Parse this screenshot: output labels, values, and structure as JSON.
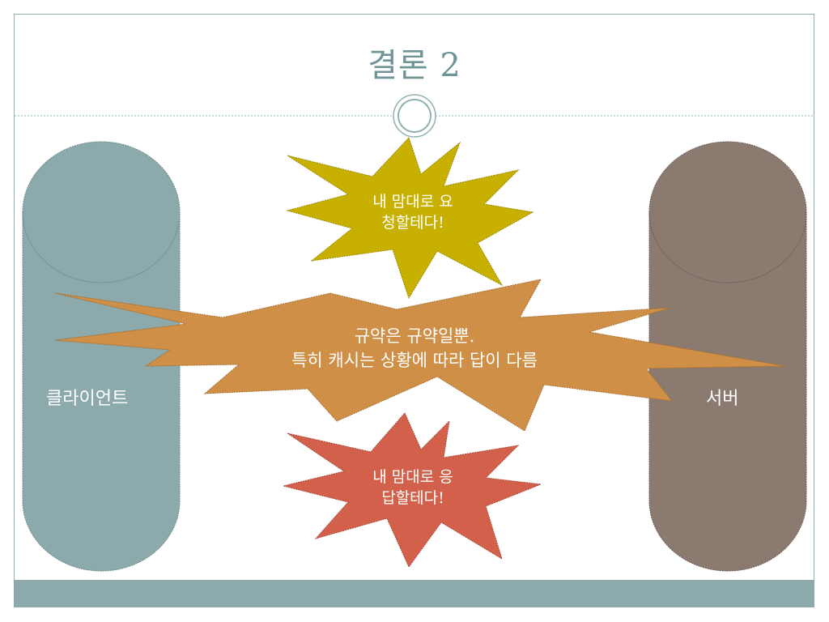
{
  "slide": {
    "title": "결론 2"
  },
  "client": {
    "label": "클라이언트",
    "color": "#8caaab"
  },
  "server": {
    "label": "서버",
    "color": "#8b7a70"
  },
  "bursts": {
    "request": {
      "line1": "내 맘대로 요",
      "line2": "청할테다!",
      "color": "#c8b000"
    },
    "protocol": {
      "line1": "규약은 규약일뿐.",
      "line2": "특히 캐시는 상황에 따라 답이 다름",
      "color": "#cf8f47"
    },
    "response": {
      "line1": "내 맘대로 응",
      "line2": "답할테다!",
      "color": "#d2604a"
    }
  },
  "icons": {
    "divider": "circle-ornament-icon"
  }
}
